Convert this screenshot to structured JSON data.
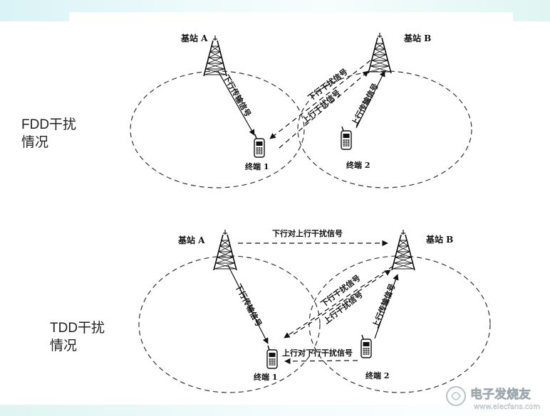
{
  "fdd": {
    "label": "FDD干扰\n情况",
    "station_a": "基站 A",
    "station_b": "基站 B",
    "terminal_1": "终端 1",
    "terminal_2": "终端 2",
    "sig_downlink_transmission": "下行传输信号",
    "sig_downlink_interference": "下行干扰信号",
    "sig_uplink_interference": "上行干扰信号",
    "sig_uplink_transmission": "上行传输信号"
  },
  "tdd": {
    "label": "TDD干扰\n情况",
    "station_a": "基站 A",
    "station_b": "基站 B",
    "terminal_1": "终端 1",
    "terminal_2": "终端 2",
    "sig_dl_to_ul_interference": "下行对上行干扰信号",
    "sig_downlink_transmission": "下行传输信号",
    "sig_downlink_interference": "下行干扰信号",
    "sig_uplink_interference": "上行干扰信号",
    "sig_uplink_transmission": "上行传输信号",
    "sig_ul_to_dl_interference": "上行对下行干扰信号"
  },
  "watermark": {
    "name": "电子发烧友",
    "url": "www.elecfans.com"
  }
}
